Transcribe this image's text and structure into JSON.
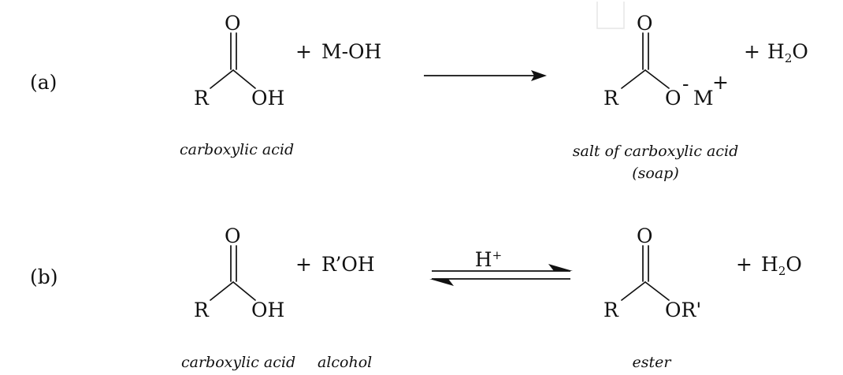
{
  "reaction_a": {
    "label": "(a)",
    "reactant": {
      "carbonyl_o": "O",
      "r_group": "R",
      "oh": "OH"
    },
    "plus_1": "+",
    "reagent": "M-OH",
    "product": {
      "carbonyl_o": "O",
      "r_group": "R",
      "oxygen": "O",
      "charge_neg": "-",
      "metal": "M",
      "charge_pos": "+"
    },
    "plus_2": "+",
    "water": {
      "h": "H",
      "sub": "2",
      "o": "O"
    },
    "caption_reactant": "carboxylic acid",
    "caption_product_line1": "salt of carboxylic acid",
    "caption_product_line2": "(soap)"
  },
  "reaction_b": {
    "label": "(b)",
    "reactant": {
      "carbonyl_o": "O",
      "r_group": "R",
      "oh": "OH"
    },
    "plus_1": "+",
    "reagent": "R’OH",
    "catalyst": {
      "h": "H",
      "sup": "+"
    },
    "product": {
      "carbonyl_o": "O",
      "r_group": "R",
      "or": "OR'"
    },
    "plus_2": "+",
    "water": {
      "h": "H",
      "sub": "2",
      "o": "O"
    },
    "caption_reactant": "carboxylic acid",
    "caption_alcohol": "alcohol",
    "caption_product": "ester"
  }
}
